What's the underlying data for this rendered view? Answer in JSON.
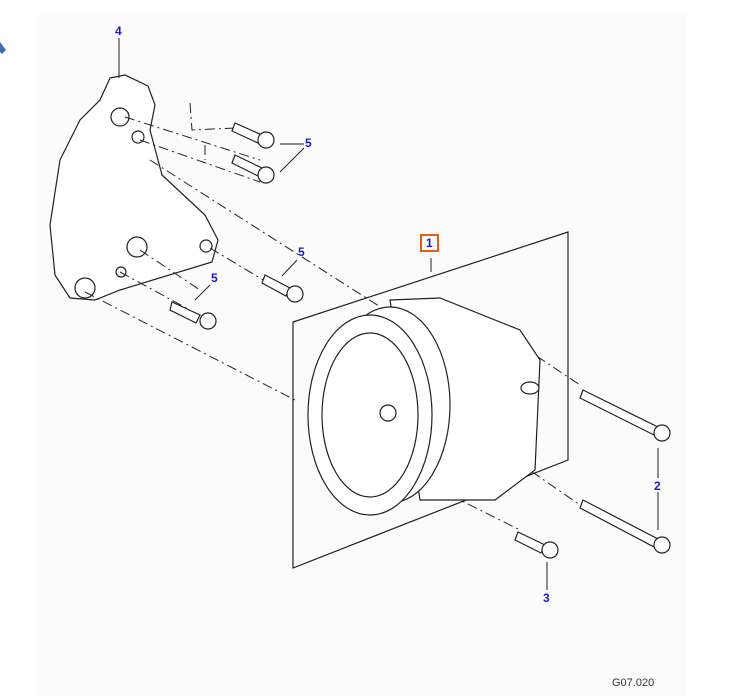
{
  "diagram": {
    "figure_code": "G07.020",
    "selected_callout": "1",
    "highlight_color": "#e0601a",
    "callout_color": "#1a1acc",
    "callouts": [
      {
        "id": "1",
        "part": "pump"
      },
      {
        "id": "2",
        "part": "long-bolts"
      },
      {
        "id": "3",
        "part": "bolt"
      },
      {
        "id": "4",
        "part": "bracket"
      },
      {
        "id": "5a",
        "label": "5"
      },
      {
        "id": "5b",
        "label": "5"
      },
      {
        "id": "5c",
        "label": "5"
      }
    ]
  }
}
